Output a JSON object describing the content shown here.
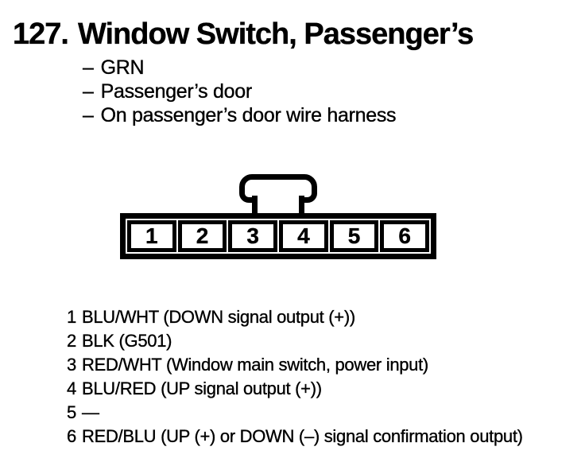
{
  "header": {
    "number": "127.",
    "title": "Window Switch, Passenger’s",
    "bullet_prefix": "–",
    "attributes": [
      "GRN",
      "Passenger’s door",
      "On passenger’s door wire harness"
    ]
  },
  "connector": {
    "pins": [
      "1",
      "2",
      "3",
      "4",
      "5",
      "6"
    ]
  },
  "pins": [
    {
      "pin": "1",
      "desc": "BLU/WHT (DOWN signal output (+))"
    },
    {
      "pin": "2",
      "desc": "BLK (G501)"
    },
    {
      "pin": "3",
      "desc": "RED/WHT (Window main switch, power input)"
    },
    {
      "pin": "4",
      "desc": "BLU/RED (UP signal output (+))"
    },
    {
      "pin": "5",
      "desc": "—"
    },
    {
      "pin": "6",
      "desc": "RED/BLU (UP (+) or DOWN (–) signal confirmation output)"
    }
  ],
  "colors": {
    "ink": "#000000",
    "paper": "#ffffff"
  }
}
